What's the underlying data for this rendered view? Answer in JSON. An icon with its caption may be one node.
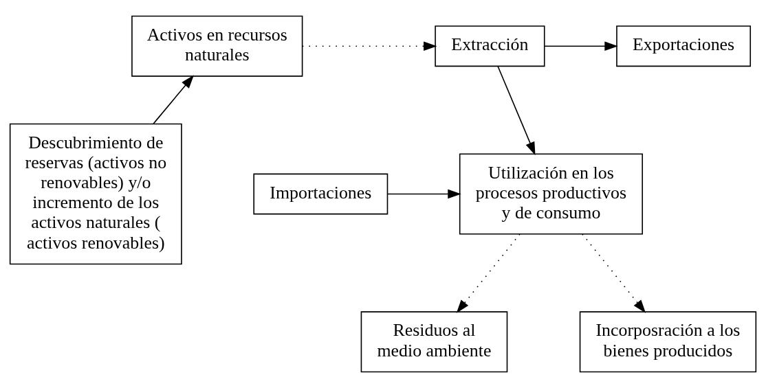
{
  "diagram": {
    "nodes": [
      {
        "text": [
          "Activos en recursos naturales"
        ]
      },
      {
        "text": [
          "Extracción"
        ]
      },
      {
        "text": [
          "Exportaciones"
        ]
      },
      {
        "text": [
          "Utilización en los procesos productivos y de consumo"
        ]
      },
      {
        "text": [
          "Importaciones"
        ]
      },
      {
        "text": [
          "Descubrimiento de reservas (activos no renovables) y/o incremento de los activos naturales ( activos renovables)"
        ]
      },
      {
        "text": [
          "Incorposración a los bienes producidos"
        ]
      },
      {
        "text": [
          "Residuos al medio ambiente"
        ]
      }
    ],
    "edges": [
      {
        "from": 0,
        "to": 1,
        "arrow": "to",
        "style": "dashed"
      },
      {
        "from": 1,
        "to": 2,
        "arrow": "to"
      },
      {
        "from": 1,
        "to": 3,
        "arrow": "to"
      },
      {
        "from": 4,
        "to": 3,
        "arrow": "to"
      },
      {
        "from": 5,
        "to": 0,
        "arrow": "to"
      },
      {
        "from": 3,
        "to": 7,
        "arrow": "to",
        "style": "dashed"
      },
      {
        "from": 3,
        "to": 6,
        "arrow": "to",
        "style": "dashed"
      }
    ]
  }
}
